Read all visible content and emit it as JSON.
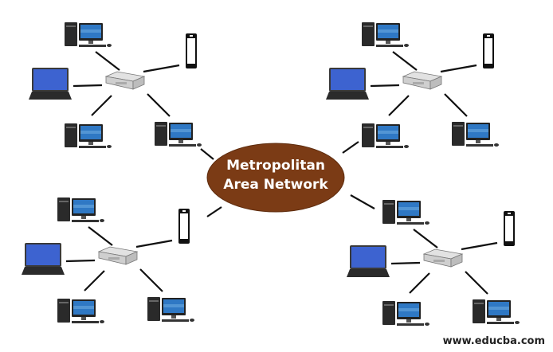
{
  "diagram": {
    "center": {
      "line1": "Metropolitan",
      "line2": "Area Network",
      "color": "#7b3b15"
    },
    "clusters": [
      {
        "name": "top-left-lan",
        "devices": [
          "desktop",
          "desktop",
          "desktop",
          "laptop",
          "mobile-phone"
        ],
        "hub": "switch"
      },
      {
        "name": "top-right-lan",
        "devices": [
          "desktop",
          "desktop",
          "desktop",
          "laptop",
          "mobile-phone"
        ],
        "hub": "switch"
      },
      {
        "name": "bottom-left-lan",
        "devices": [
          "desktop",
          "desktop",
          "desktop",
          "laptop",
          "mobile-phone"
        ],
        "hub": "switch"
      },
      {
        "name": "bottom-right-lan",
        "devices": [
          "desktop",
          "desktop",
          "desktop",
          "laptop",
          "mobile-phone"
        ],
        "hub": "switch"
      }
    ],
    "watermark": "www.educba.com"
  }
}
